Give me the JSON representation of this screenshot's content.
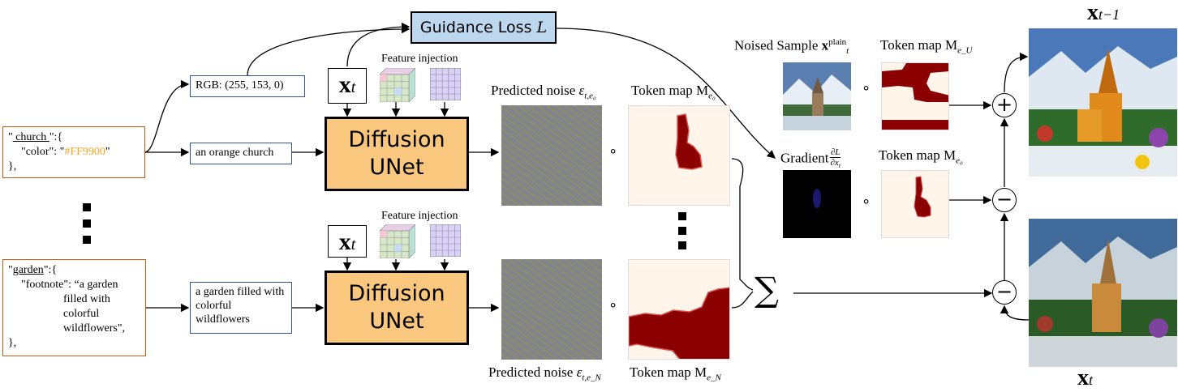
{
  "json_church": {
    "line1_open": "\"",
    "line1_key": " church ",
    "line1_close": "\":{",
    "line2_key": "\"color\": \"",
    "line2_value": "#FF9900",
    "line2_close": "\"",
    "line3": "},"
  },
  "json_garden": {
    "line1_open": "\"",
    "line1_key": "garden",
    "line1_close": "\":{",
    "line2": "\"footnote\": “a garden",
    "line3": "filled with",
    "line4": "colorful",
    "line5": "wildflowers\",",
    "line6": "},"
  },
  "rgb_box": "RGB: (255, 153, 0)",
  "prompt_church": "an orange church",
  "prompt_garden": "a garden filled with colorful wildflowers",
  "xt_label": "x",
  "xt_sub": "t",
  "unet_line1": "Diffusion",
  "unet_line2": "UNet",
  "feature_injection": "Feature injection",
  "guidance_loss": "Guidance Loss",
  "guidance_symbol": "L",
  "predicted_noise": "Predicted noise ",
  "eps_symbol": "ε",
  "eps_sub_top": "t,e₀",
  "eps_sub_bottom": "t,e_N",
  "token_map": "Token map ",
  "m_symbol": "M",
  "m_sub_e0": "e₀",
  "m_sub_eN": "e_N",
  "m_sub_eU": "e_U",
  "noised_sample": "Noised Sample ",
  "noised_symbol": "x",
  "noised_sub": "t",
  "noised_sup": "plain",
  "gradient": "Gradient",
  "gradient_frac_num": "∂L",
  "gradient_frac_den": "∂x",
  "gradient_frac_den_sub": "t",
  "compose_op": "∘",
  "sum_symbol": "∑",
  "plus_op": "+",
  "minus_op": "−",
  "out_top_label": "x",
  "out_top_sub": "t−1",
  "out_bottom_label": "x",
  "out_bottom_sub": "t",
  "colors": {
    "json_border": "#c55a11",
    "prompt_border": "#2f5597",
    "unet_fill": "#f9c77d",
    "guidance_fill": "#bdd7ee",
    "token_mask": "#8b0000",
    "token_bg": "#fff5ea",
    "hex_text": "#f5a623"
  }
}
